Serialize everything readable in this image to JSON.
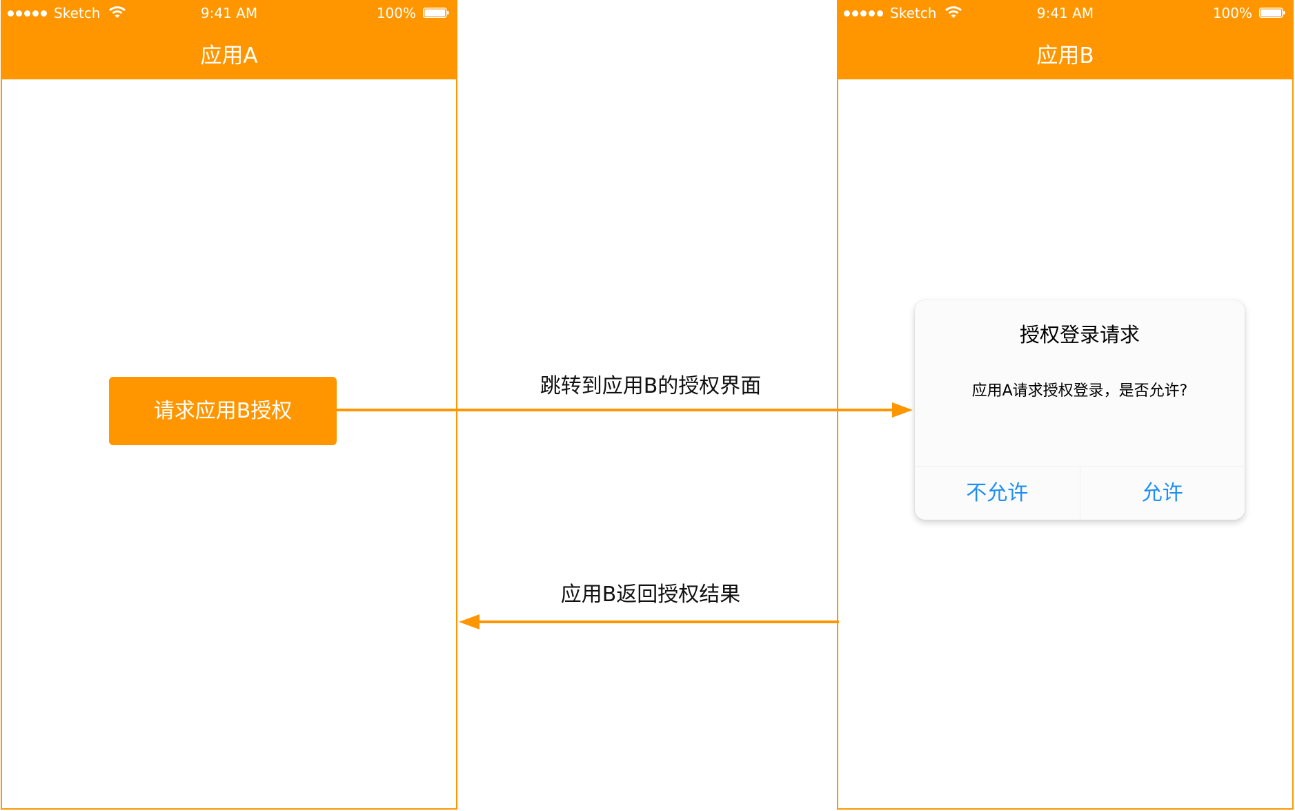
{
  "colors": {
    "accent": "#ff9600",
    "link": "#1c8ff5",
    "header_text": "#ffffff"
  },
  "status_bar": {
    "carrier": "Sketch",
    "time": "9:41 AM",
    "battery": "100%"
  },
  "app_a": {
    "title": "应用A",
    "request_button": "请求应用B授权"
  },
  "app_b": {
    "title": "应用B"
  },
  "flow": {
    "forward_label": "跳转到应用B的授权界面",
    "return_label": "应用B返回授权结果"
  },
  "dialog": {
    "title": "授权登录请求",
    "message": "应用A请求授权登录，是否允许?",
    "deny": "不允许",
    "allow": "允许"
  },
  "icons": [
    "signal-dots-icon",
    "wifi-icon",
    "battery-icon",
    "arrow-right-icon",
    "arrow-left-icon"
  ]
}
